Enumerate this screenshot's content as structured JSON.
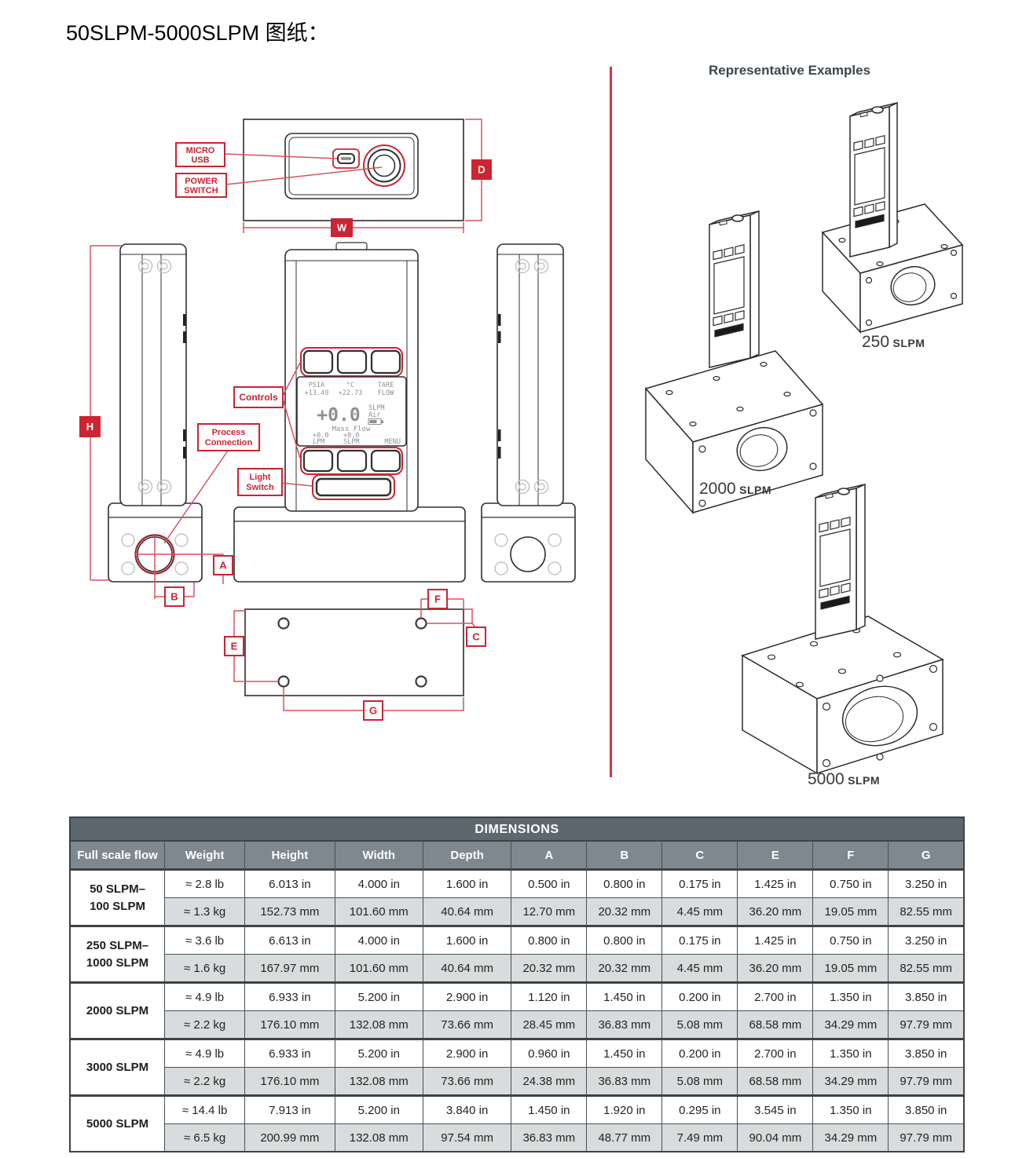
{
  "page": {
    "title": "50SLPM-5000SLPM 图纸："
  },
  "colors": {
    "accent_red": "#cb2433",
    "divider_red": "#d6353f",
    "table_title_bg": "#5d686e",
    "table_header_bg": "#7e888e",
    "metric_row_bg": "#d9dcdd"
  },
  "diagram": {
    "callouts": {
      "micro_usb": [
        "MICRO",
        "USB"
      ],
      "power_switch": [
        "POWER",
        "SWITCH"
      ],
      "controls": [
        "Controls"
      ],
      "process_connection": [
        "Process",
        "Connection"
      ],
      "light_switch": [
        "Light",
        "Switch"
      ]
    },
    "dims": {
      "d": "D",
      "w": "W",
      "h": "H",
      "a": "A",
      "b": "B",
      "c": "C",
      "e": "E",
      "f": "F",
      "g": "G"
    },
    "lcd": {
      "col1_label": "PSIA",
      "col1_value": "+13.49",
      "col2_label": "°C",
      "col2_value": "+22.73",
      "col3_label": "TARE",
      "col3_value": "FLOW",
      "main_value": "+0.0",
      "main_unit": "SLPM",
      "gas": "Air",
      "mode": "Mass Flow",
      "b1_value": "+0.0",
      "b1_unit": "LPM",
      "b2_value": "+0.0",
      "b2_unit": "SLPM",
      "menu": "MENU"
    }
  },
  "examples": {
    "heading": "Representative Examples",
    "items": [
      {
        "value": "250",
        "unit": "SLPM"
      },
      {
        "value": "2000",
        "unit": "SLPM"
      },
      {
        "value": "5000",
        "unit": "SLPM"
      }
    ]
  },
  "table": {
    "title": "DIMENSIONS",
    "columns": [
      "Full scale flow",
      "Weight",
      "Height",
      "Width",
      "Depth",
      "A",
      "B",
      "C",
      "E",
      "F",
      "G"
    ],
    "rows": [
      {
        "label_lines": [
          "50 SLPM–",
          "100 SLPM"
        ],
        "imperial": [
          "≈ 2.8 lb",
          "6.013 in",
          "4.000 in",
          "1.600 in",
          "0.500 in",
          "0.800 in",
          "0.175 in",
          "1.425 in",
          "0.750 in",
          "3.250 in"
        ],
        "metric": [
          "≈ 1.3 kg",
          "152.73 mm",
          "101.60 mm",
          "40.64 mm",
          "12.70 mm",
          "20.32 mm",
          "4.45 mm",
          "36.20 mm",
          "19.05 mm",
          "82.55 mm"
        ]
      },
      {
        "label_lines": [
          "250 SLPM–",
          "1000 SLPM"
        ],
        "imperial": [
          "≈ 3.6 lb",
          "6.613 in",
          "4.000 in",
          "1.600 in",
          "0.800 in",
          "0.800 in",
          "0.175 in",
          "1.425 in",
          "0.750 in",
          "3.250 in"
        ],
        "metric": [
          "≈ 1.6 kg",
          "167.97 mm",
          "101.60 mm",
          "40.64 mm",
          "20.32 mm",
          "20.32 mm",
          "4.45 mm",
          "36.20 mm",
          "19.05 mm",
          "82.55 mm"
        ]
      },
      {
        "label_lines": [
          "2000 SLPM"
        ],
        "imperial": [
          "≈ 4.9 lb",
          "6.933 in",
          "5.200 in",
          "2.900 in",
          "1.120 in",
          "1.450 in",
          "0.200 in",
          "2.700 in",
          "1.350 in",
          "3.850 in"
        ],
        "metric": [
          "≈ 2.2 kg",
          "176.10 mm",
          "132.08 mm",
          "73.66 mm",
          "28.45 mm",
          "36.83 mm",
          "5.08 mm",
          "68.58 mm",
          "34.29 mm",
          "97.79 mm"
        ]
      },
      {
        "label_lines": [
          "3000 SLPM"
        ],
        "imperial": [
          "≈ 4.9 lb",
          "6.933 in",
          "5.200 in",
          "2.900 in",
          "0.960 in",
          "1.450 in",
          "0.200 in",
          "2.700 in",
          "1.350 in",
          "3.850 in"
        ],
        "metric": [
          "≈ 2.2 kg",
          "176.10 mm",
          "132.08 mm",
          "73.66 mm",
          "24.38 mm",
          "36.83 mm",
          "5.08 mm",
          "68.58 mm",
          "34.29 mm",
          "97.79 mm"
        ]
      },
      {
        "label_lines": [
          "5000 SLPM"
        ],
        "imperial": [
          "≈ 14.4 lb",
          "7.913 in",
          "5.200 in",
          "3.840 in",
          "1.450 in",
          "1.920 in",
          "0.295 in",
          "3.545 in",
          "1.350 in",
          "3.850 in"
        ],
        "metric": [
          "≈ 6.5 kg",
          "200.99 mm",
          "132.08 mm",
          "97.54 mm",
          "36.83 mm",
          "48.77 mm",
          "7.49 mm",
          "90.04 mm",
          "34.29 mm",
          "97.79 mm"
        ]
      }
    ]
  }
}
